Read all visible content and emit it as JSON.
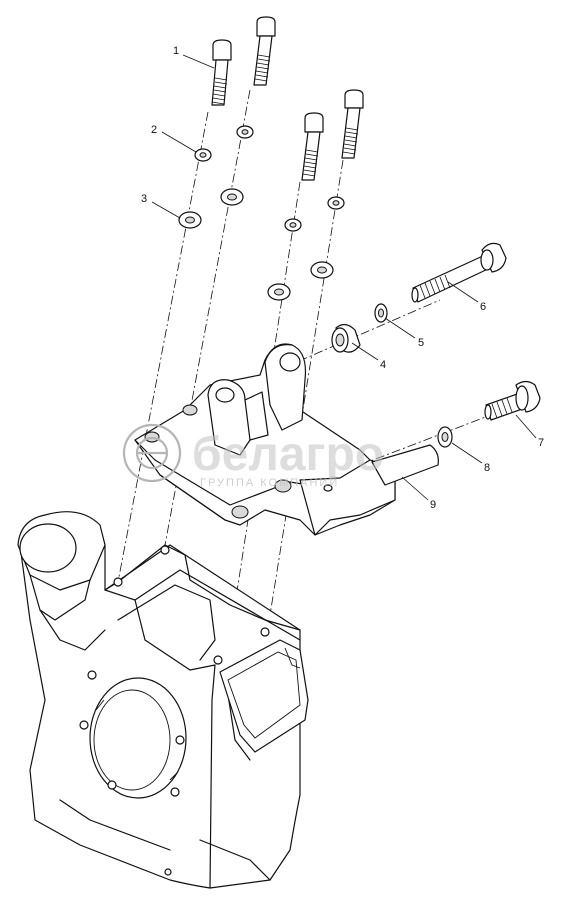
{
  "callouts": [
    {
      "id": "1",
      "label": "1"
    },
    {
      "id": "2",
      "label": "2"
    },
    {
      "id": "3",
      "label": "3"
    },
    {
      "id": "4",
      "label": "4"
    },
    {
      "id": "5",
      "label": "5"
    },
    {
      "id": "6",
      "label": "6"
    },
    {
      "id": "7",
      "label": "7"
    },
    {
      "id": "8",
      "label": "8"
    },
    {
      "id": "9",
      "label": "9"
    }
  ],
  "watermark": {
    "brand": "белагро",
    "tagline": "ГРУППА КОМПАНИЙ"
  }
}
